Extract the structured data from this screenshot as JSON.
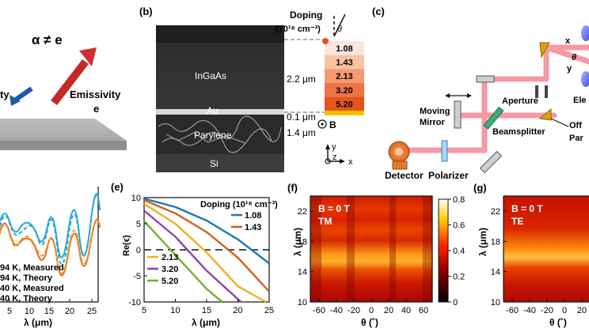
{
  "panel_labels": {
    "b": "(b)",
    "c": "(c)",
    "e": "(e)",
    "f": "(f)",
    "g": "(g)"
  },
  "panel_a": {
    "title": "α ≠ e",
    "emissivity_label": "Emissivity",
    "emissivity_symbol": "e",
    "left_fragment": "ty"
  },
  "panel_b": {
    "doping_title": "Doping",
    "doping_unit": "(10¹⁸ cm⁻³)",
    "doping_values": [
      "1.08",
      "1.43",
      "2.13",
      "3.20",
      "5.20"
    ],
    "doping_colors": [
      "#fde7dc",
      "#f9c2a5",
      "#f49a72",
      "#ee7446",
      "#e5541d"
    ],
    "layers": {
      "ingaas": "InGaAs",
      "au": "Au",
      "parylene": "Parylene",
      "si": "Si"
    },
    "thickness": {
      "ingaas": "2.2 μm",
      "au": "0.1 μm",
      "parylene": "1.4 μm"
    },
    "theta": "θ",
    "field": "B",
    "axes": {
      "y": "y",
      "z": "z",
      "x": "x"
    }
  },
  "panel_c": {
    "labels": {
      "moving_mirror": "Moving\nMirror",
      "aperture": "Aperture",
      "beamsplitter": "Beamsplitter",
      "detector": "Detector",
      "polarizer": "Polarizer",
      "off": "Off",
      "par": "Par",
      "ele": "Ele",
      "x": "x",
      "y": "y",
      "theta": "θ"
    }
  },
  "panel_d": {
    "xlabel": "λ (μm)",
    "xticks": [
      "5",
      "10",
      "15",
      "20",
      "25"
    ],
    "legend": [
      "94 K, Measured",
      "94 K, Theory",
      "40 K, Measured",
      "40 K, Theory"
    ]
  },
  "panel_e": {
    "legend_title": "Doping (10¹⁸ cm⁻³)",
    "legend_left": [
      "2.13",
      "3.20",
      "5.20"
    ],
    "legend_right": [
      "1.08",
      "1.43"
    ],
    "colors": {
      "1.08": "#1f77b4",
      "1.43": "#d35f1a",
      "2.13": "#edb120",
      "3.20": "#8e44ad",
      "5.20": "#77ac30"
    }
  },
  "panel_f": {
    "annotation_b": "B = 0 T",
    "annotation_mode": "TM",
    "ylabel": "λ (μm)",
    "xlabel": "θ (˚)",
    "colorbar_ticks": [
      "0.8",
      "0.6",
      "0.4",
      "0.2",
      "0"
    ]
  },
  "panel_g": {
    "annotation_b": "B = 0 T",
    "annotation_mode": "TE",
    "ylabel": "λ (μm)",
    "xlabel": "θ (˚)",
    "yticks": [
      "22",
      "18",
      "14",
      "10"
    ],
    "xticks": [
      "-60",
      "-40",
      "-20",
      "0",
      "20"
    ]
  },
  "chart_data": [
    {
      "type": "line",
      "panel": "(e)",
      "xlabel": "λ (μm)",
      "ylabel": "Re(ϵ)",
      "xlim": [
        5,
        25
      ],
      "ylim": [
        -10,
        10
      ],
      "xticks": [
        5,
        10,
        15,
        20,
        25
      ],
      "yticks": [
        10,
        5,
        0,
        -5,
        -10
      ],
      "series": [
        {
          "name": "1.08",
          "x": [
            5,
            10,
            15,
            20,
            25
          ],
          "values": [
            9.8,
            8.2,
            5.6,
            2.0,
            -2.6
          ]
        },
        {
          "name": "1.43",
          "x": [
            5,
            10,
            15,
            20,
            25
          ],
          "values": [
            9.5,
            7.0,
            3.4,
            -1.5,
            -8.0
          ]
        },
        {
          "name": "2.13",
          "x": [
            5,
            10,
            15,
            20,
            24.5
          ],
          "values": [
            8.8,
            5.0,
            -0.5,
            -7.0,
            -10.0
          ]
        },
        {
          "name": "3.20",
          "x": [
            5,
            10,
            15,
            20.5
          ],
          "values": [
            7.5,
            2.5,
            -4.0,
            -10.0
          ]
        },
        {
          "name": "5.20",
          "x": [
            5,
            10,
            15,
            17.5
          ],
          "values": [
            5.5,
            -1.0,
            -7.5,
            -10.0
          ]
        }
      ]
    },
    {
      "type": "heatmap",
      "panel": "(f)",
      "xlabel": "θ (˚)",
      "ylabel": "λ (μm)",
      "xlim": [
        -70,
        70
      ],
      "ylim": [
        10,
        24
      ],
      "xticks": [
        -60,
        -40,
        -20,
        0,
        20,
        40,
        60
      ],
      "yticks": [
        10,
        14,
        18,
        22
      ],
      "colorbar": {
        "min": 0,
        "max": 0.8,
        "ticks": [
          0,
          0.2,
          0.4,
          0.6,
          0.8
        ]
      },
      "bands": [
        {
          "lambda": 15.5,
          "value": 0.75
        },
        {
          "lambda": 19.5,
          "value": 0.4
        }
      ],
      "annotations": [
        "B = 0 T",
        "TM"
      ]
    },
    {
      "type": "heatmap",
      "panel": "(g)",
      "xlabel": "θ (˚)",
      "ylabel": "λ (μm)",
      "ylim": [
        10,
        24
      ],
      "yticks": [
        10,
        14,
        18,
        22
      ],
      "xticks": [
        -60,
        -40,
        -20,
        0,
        20
      ],
      "annotations": [
        "B = 0 T",
        "TE"
      ]
    }
  ]
}
